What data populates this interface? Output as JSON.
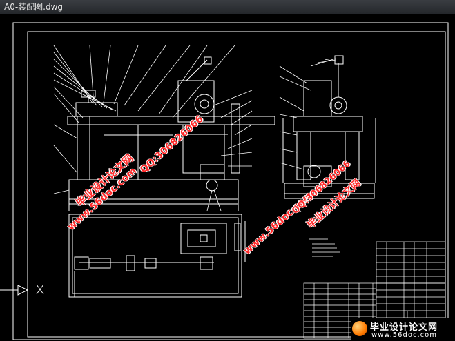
{
  "window": {
    "title": "A0-装配图.dwg"
  },
  "watermarks": {
    "site_cn": "毕业设计论文网",
    "site_url": "www.56doc.com",
    "qq": "QQ:306826066"
  },
  "logo": {
    "name": "毕业设计论文网",
    "url": "www.56doc.com"
  },
  "ucs": {
    "axis_label": "X"
  },
  "colors": {
    "background": "#000000",
    "lines": "#ffffff",
    "watermark": "#ff2a2a"
  }
}
